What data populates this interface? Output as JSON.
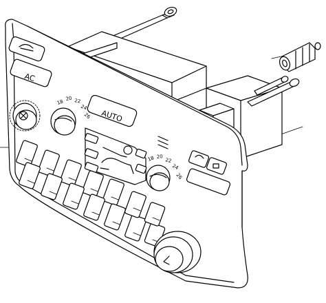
{
  "panel": {
    "ac_label": "AC",
    "auto_label": "AUTO",
    "left_dial_scale": [
      "18",
      "20",
      "22",
      "24",
      "26"
    ],
    "right_dial_scale": [
      "18",
      "20",
      "22",
      "24",
      "26"
    ]
  },
  "colors": {
    "line": "#000000",
    "background": "#ffffff"
  }
}
